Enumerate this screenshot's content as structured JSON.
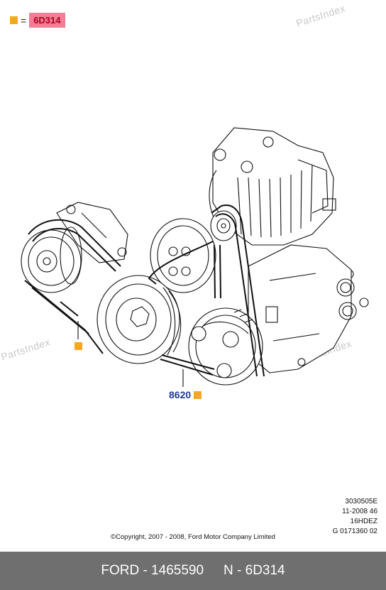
{
  "legend": {
    "equals": "=",
    "code": "6D314"
  },
  "watermarks": {
    "top": "PartsIndex",
    "left": "PartsIndex",
    "right": "PartsIndex"
  },
  "callouts": {
    "belt_number": "8620"
  },
  "refs": {
    "line1": "3030505E",
    "line2": "11-2008 46",
    "line3": "16HDEZ",
    "line4": "G 0171360 02"
  },
  "copyright": "©Copyright, 2007 - 2008, Ford Motor Company Limited",
  "footer": {
    "part": "FORD - 1465590",
    "code": "N - 6D314"
  },
  "colors": {
    "marker": "#f5a623",
    "badge_bg": "#f07f95",
    "badge_text": "#b00020",
    "callout": "#1f3a93",
    "footer_bg": "#6f6f6f"
  }
}
